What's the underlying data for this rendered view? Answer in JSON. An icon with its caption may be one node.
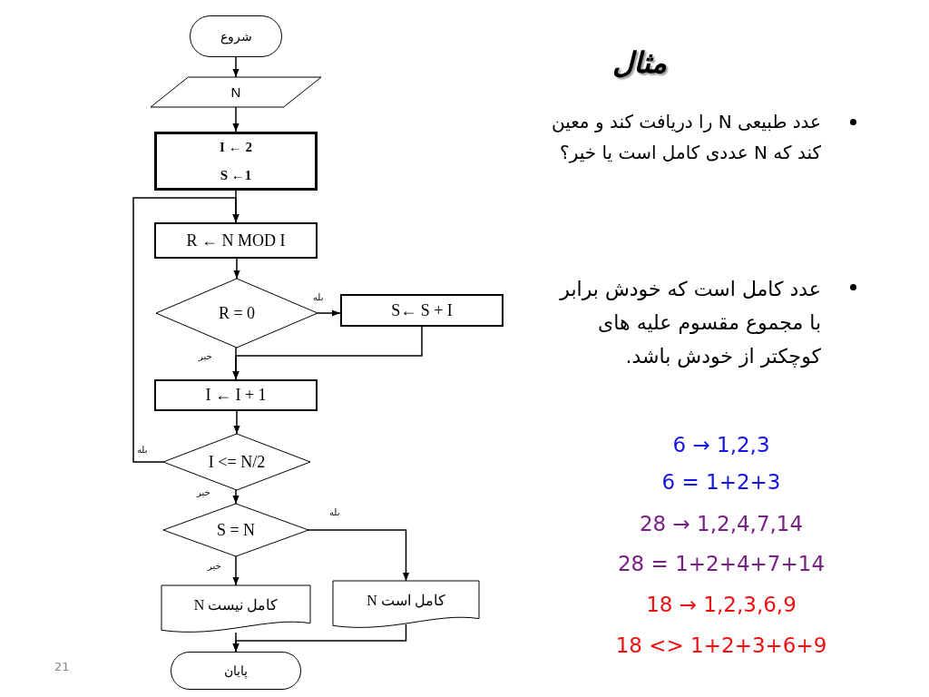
{
  "diagram": {
    "title": "مثال",
    "nodes": [
      {
        "text": [
          "شروع"
        ]
      },
      {
        "text": [
          "N"
        ]
      },
      {
        "text": [
          "I ← 2",
          "S ←1"
        ]
      },
      {
        "text": [
          "R ← N MOD  I"
        ]
      },
      {
        "text": [
          "R = 0"
        ]
      },
      {
        "text": [
          "S← S + I"
        ]
      },
      {
        "text": [
          "I ← I + 1"
        ]
      },
      {
        "text": [
          "I <= N/2"
        ]
      },
      {
        "text": [
          "S = N"
        ]
      },
      {
        "text": [
          "N کامل نیست"
        ]
      },
      {
        "text": [
          "N کامل است"
        ]
      },
      {
        "text": [
          "پایان"
        ]
      }
    ],
    "edges": [
      {
        "from": 0,
        "to": 1,
        "arrow": "to"
      },
      {
        "from": 1,
        "to": 2,
        "arrow": "to"
      },
      {
        "from": 2,
        "to": 3,
        "arrow": "to"
      },
      {
        "from": 3,
        "to": 4,
        "arrow": "to"
      },
      {
        "from": 4,
        "to": 5,
        "arrow": "to",
        "label": "بله"
      },
      {
        "from": 5,
        "to": 6,
        "arrow": "to"
      },
      {
        "from": 4,
        "to": 6,
        "arrow": "to",
        "label": "خیر"
      },
      {
        "from": 6,
        "to": 7,
        "arrow": "to"
      },
      {
        "from": 7,
        "to": 3,
        "arrow": "to",
        "label": "بله"
      },
      {
        "from": 7,
        "to": 8,
        "arrow": "to",
        "label": "خیر"
      },
      {
        "from": 8,
        "to": 10,
        "arrow": "to",
        "label": "بله"
      },
      {
        "from": 8,
        "to": 9,
        "arrow": "to",
        "label": "خیر"
      },
      {
        "from": 9,
        "to": 11,
        "arrow": "to"
      },
      {
        "from": 10,
        "to": 11,
        "arrow": "to"
      }
    ],
    "labels": [
      "عدد طبیعی N را دریافت کند و معین کند که N عددی کامل است یا خیر؟",
      "عدد کامل است که خودش برابر با مجموع مقسوم علیه های کوچکتر از خودش باشد.",
      "6 → 1,2,3",
      "6 = 1+2+3",
      "28 → 1,2,4,7,14",
      "28 = 1+2+4+7+14",
      "18 → 1,2,3,6,9",
      "18 <> 1+2+3+6+9",
      "21"
    ]
  }
}
